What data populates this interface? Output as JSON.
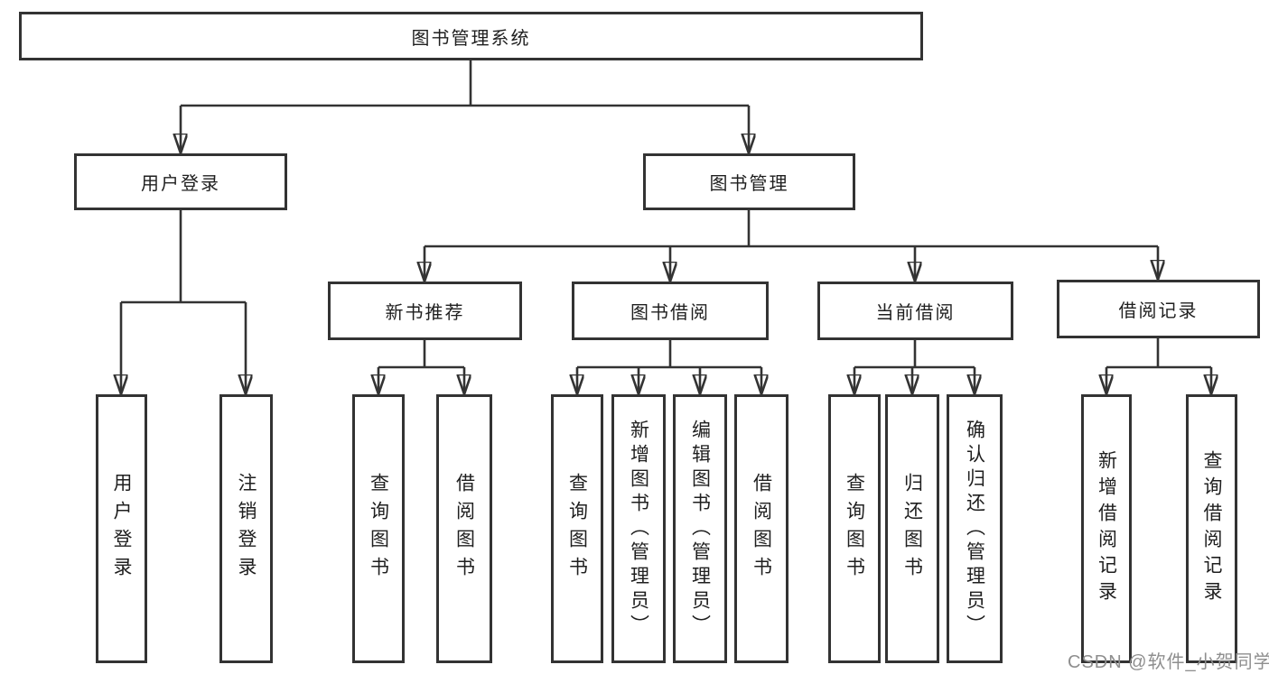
{
  "diagram": {
    "root": {
      "label": "图书管理系统",
      "children": [
        {
          "label": "用户登录",
          "children": [
            {
              "label": "用户登录"
            },
            {
              "label": "注销登录"
            }
          ]
        },
        {
          "label": "图书管理",
          "children": [
            {
              "label": "新书推荐",
              "children": [
                {
                  "label": "查询图书"
                },
                {
                  "label": "借阅图书"
                }
              ]
            },
            {
              "label": "图书借阅",
              "children": [
                {
                  "label": "查询图书"
                },
                {
                  "label": "新增图书（管理员）"
                },
                {
                  "label": "编辑图书（管理员）"
                },
                {
                  "label": "借阅图书"
                }
              ]
            },
            {
              "label": "当前借阅",
              "children": [
                {
                  "label": "查询图书"
                },
                {
                  "label": "归还图书"
                },
                {
                  "label": "确认归还（管理员）"
                }
              ]
            },
            {
              "label": "借阅记录",
              "children": [
                {
                  "label": "新增借阅记录"
                },
                {
                  "label": "查询借阅记录"
                }
              ]
            }
          ]
        }
      ]
    }
  },
  "watermark": {
    "text": "CSDN @软件_小贺同学"
  },
  "colors": {
    "line": "#333333",
    "box_border": "#333333",
    "text": "#1f1f1f",
    "watermark": "#8e8e8e",
    "background": "#ffffff"
  }
}
